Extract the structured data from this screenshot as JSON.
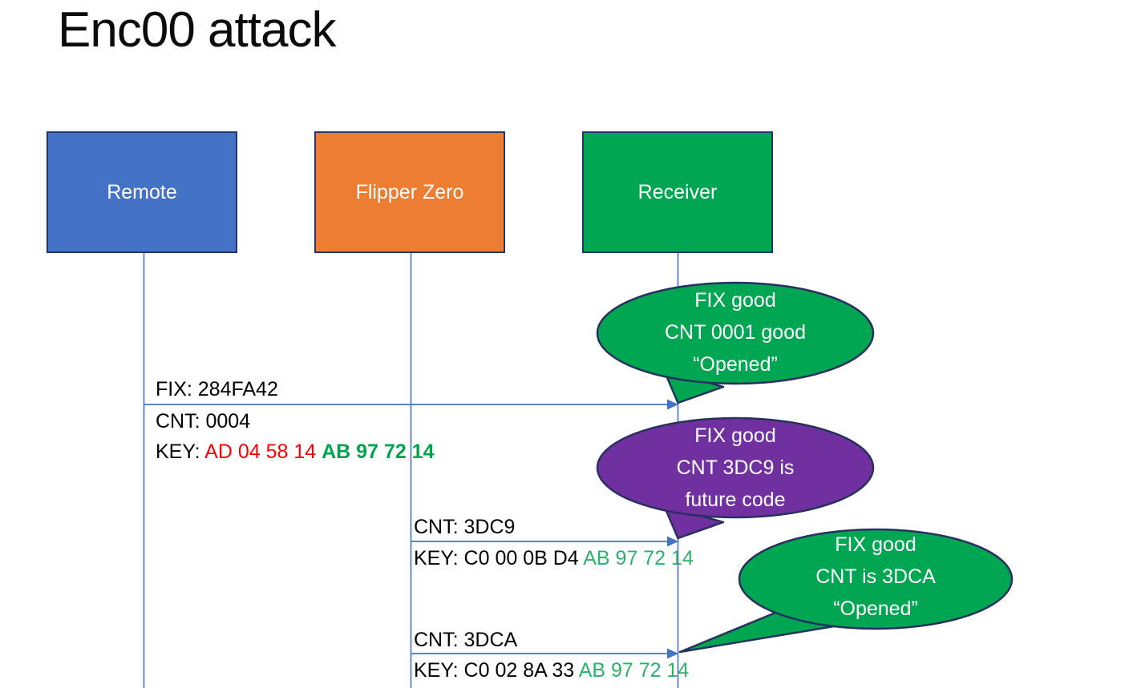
{
  "slide": {
    "title": "Enc00 attack"
  },
  "colors": {
    "remote_blue": "#4472C4",
    "flipper_orange": "#ED7D31",
    "receiver_green": "#00A651",
    "callout_green": "#00A651",
    "callout_purple": "#7030A0",
    "outline_navy": "#27305E",
    "connector_blue": "#4472C4",
    "key_red": "#FF0000",
    "key_green_bold": "#00A44D",
    "key_green": "#2BB26B",
    "text_black": "#000000",
    "text_white": "#FFFFFF"
  },
  "actors": [
    {
      "label": "Remote",
      "fill": "#4472C4"
    },
    {
      "label": "Flipper Zero",
      "fill": "#ED7D31"
    },
    {
      "label": "Receiver",
      "fill": "#00A651"
    }
  ],
  "messages": [
    {
      "fix": "FIX: 284FA42",
      "cnt": "CNT: 0004",
      "key_prefix": "KEY: ",
      "key_red": "AD 04 58 14 ",
      "key_green": "AB 97 72 14"
    },
    {
      "cnt": "CNT: 3DC9",
      "key_prefix": "KEY: C0 00 0B D4 ",
      "key_green": "AB 97 72 14"
    },
    {
      "cnt": "CNT: 3DCA",
      "key_prefix": "KEY: C0 02 8A 33 ",
      "key_green": "AB 97 72 14"
    }
  ],
  "callouts": [
    {
      "fill": "#00A651",
      "lines": [
        "FIX good",
        "CNT 0001 good",
        "“Opened”"
      ]
    },
    {
      "fill": "#7030A0",
      "lines": [
        "FIX good",
        "CNT 3DC9 is",
        "future code"
      ]
    },
    {
      "fill": "#00A651",
      "lines": [
        "FIX good",
        "CNT is 3DCA",
        "“Opened”"
      ]
    }
  ]
}
